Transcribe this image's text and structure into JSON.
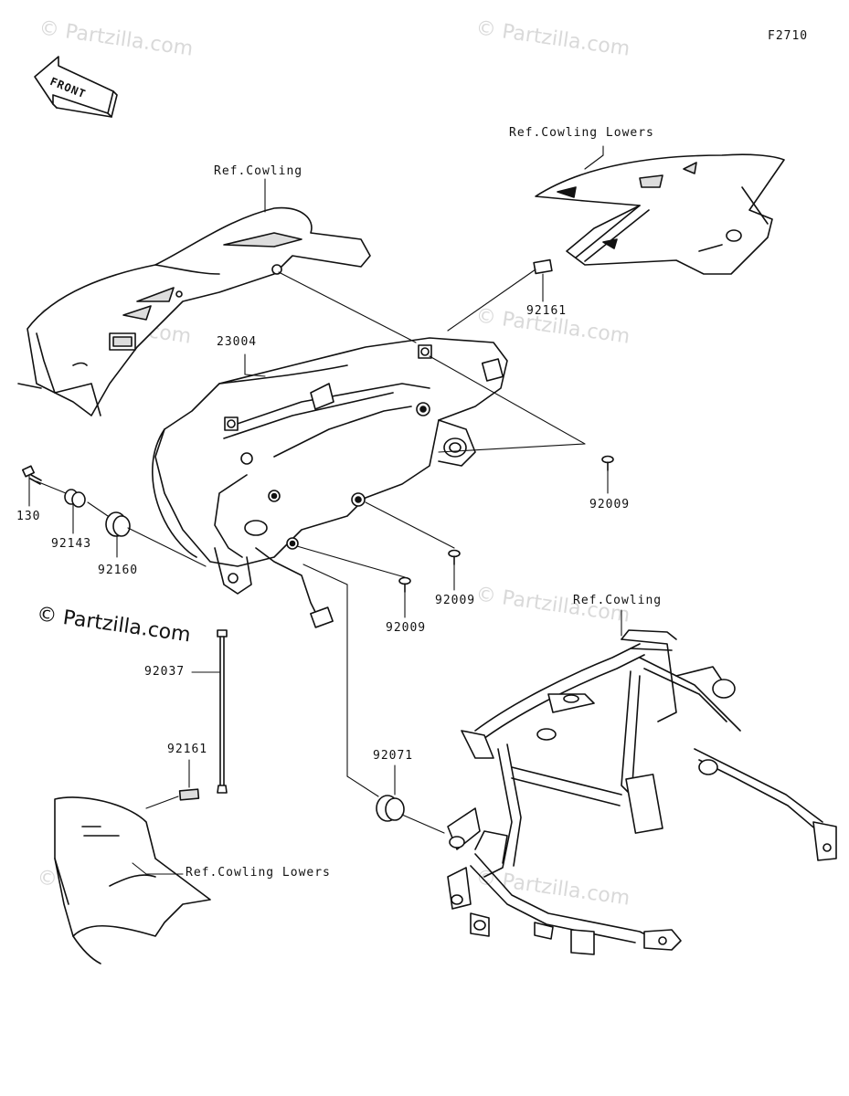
{
  "diagram": {
    "figure_code": "F2710",
    "front_arrow_label": "FRONT",
    "brand": "© Partzilla.com",
    "watermarks": [
      "© Partzilla.com",
      "© Partzilla.com",
      "© Partzilla.com",
      "© Partzilla.com",
      "© Partzilla.com",
      "© Partzilla.com",
      "© Partzilla.com",
      "© Partzilla.com"
    ],
    "callouts": {
      "ref_cowling_lowers_top": "Ref.Cowling Lowers",
      "ref_cowling_top": "Ref.Cowling",
      "p92161_top": "92161",
      "p23004": "23004",
      "p92009_right": "92009",
      "p130": "130",
      "p92143": "92143",
      "p92160": "92160",
      "p92009_mid": "92009",
      "p92009_low": "92009",
      "ref_cowling_right": "Ref.Cowling",
      "p92037": "92037",
      "p92161_bottom": "92161",
      "p92071": "92071",
      "ref_cowling_lowers_bottom": "Ref.Cowling Lowers"
    }
  }
}
